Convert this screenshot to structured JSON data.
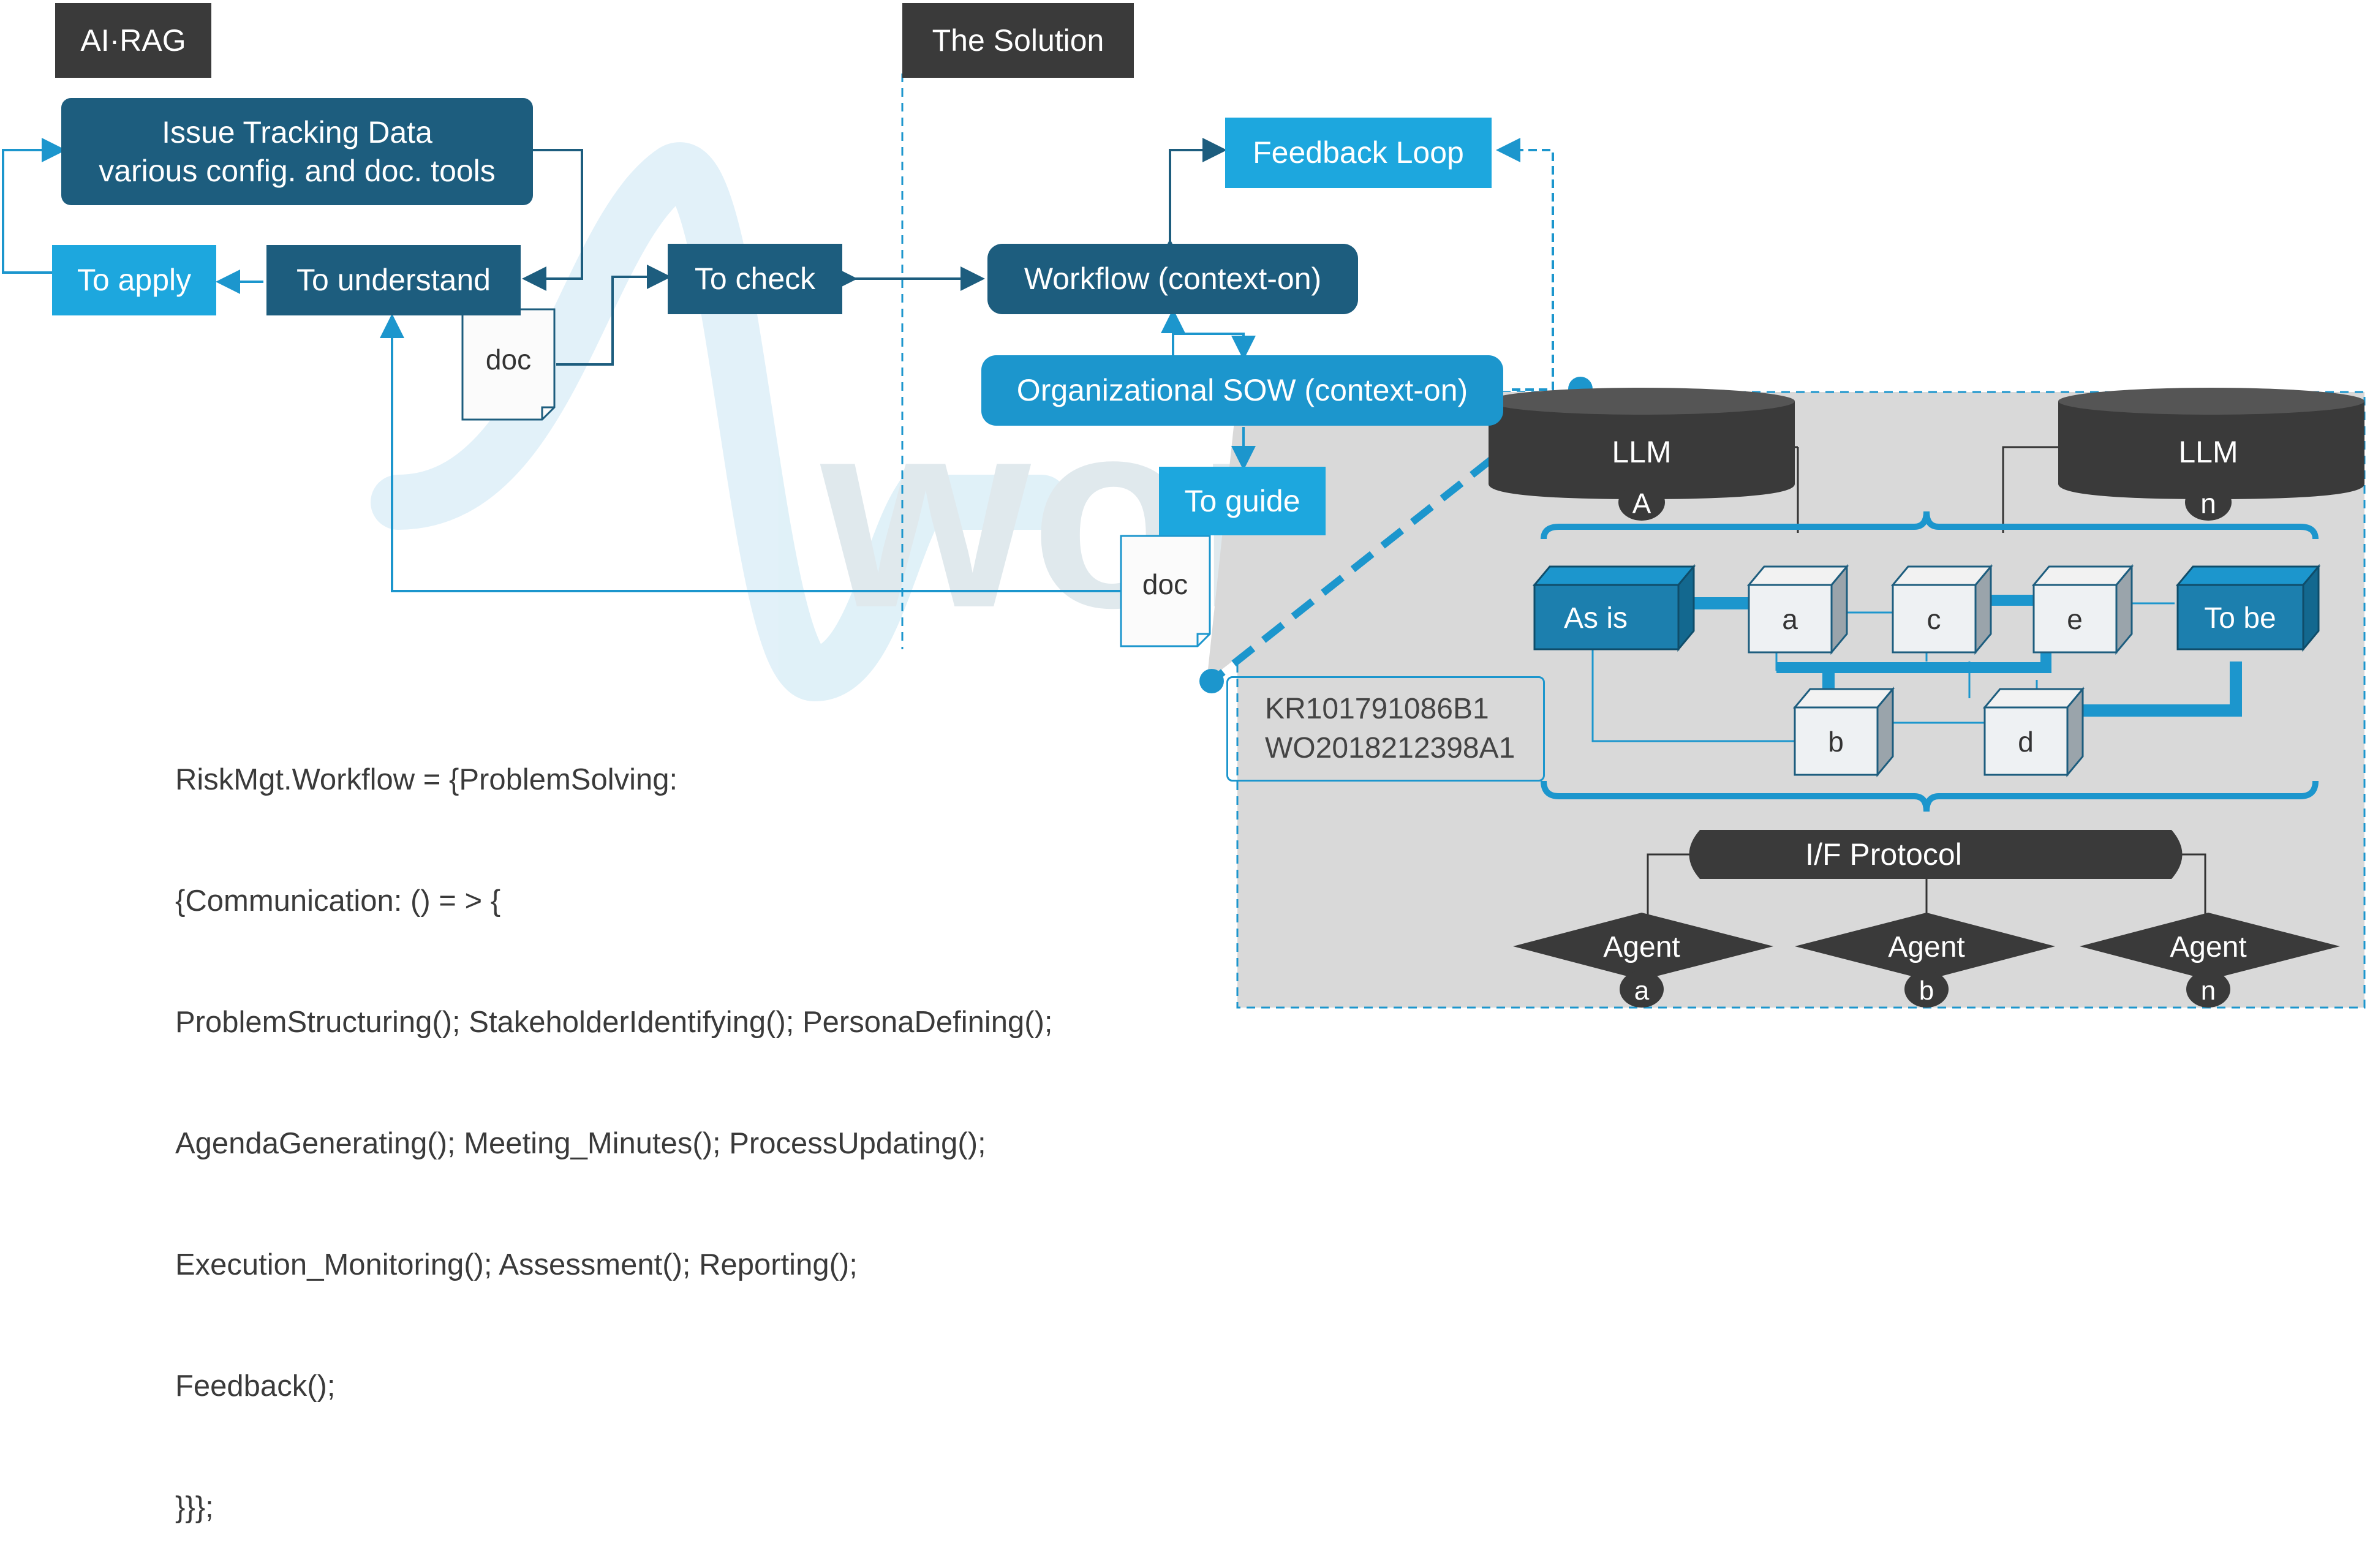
{
  "watermark": "worflogy",
  "tags": {
    "left": "AI·RAG",
    "right": "The Solution"
  },
  "left": {
    "issue_line1": "Issue Tracking Data",
    "issue_line2": "various config. and doc. tools",
    "to_apply": "To apply",
    "to_understand": "To understand",
    "doc1": "doc",
    "to_check": "To check"
  },
  "right": {
    "feedback_loop": "Feedback Loop",
    "workflow": "Workflow (context-on)",
    "org_sow": "Organizational SOW (context-on)",
    "to_guide": "To guide",
    "doc2": "doc"
  },
  "code_lines": [
    "RiskMgt.Workflow = {ProblemSolving:",
    "{Communication: () = > {",
    "ProblemStructuring(); StakeholderIdentifying(); PersonaDefining();",
    "AgendaGenerating(); Meeting_Minutes(); ProcessUpdating();",
    "Execution_Monitoring(); Assessment(); Reporting();",
    "Feedback();",
    "}}};"
  ],
  "detail": {
    "llm_left": "LLM",
    "llm_left_sub": "A",
    "llm_right": "LLM",
    "llm_right_sub": "n",
    "as_is": "As is",
    "to_be": "To be",
    "nodes": [
      "a",
      "b",
      "c",
      "d",
      "e"
    ],
    "patent_1": "KR101791086B1",
    "patent_2": "WO2018212398A1",
    "protocol": "I/F Protocol",
    "agents": [
      {
        "label": "Agent",
        "sub": "a"
      },
      {
        "label": "Agent",
        "sub": "b"
      },
      {
        "label": "Agent",
        "sub": "n"
      }
    ]
  },
  "colors": {
    "dark_blue": "#1d5d7e",
    "mid_blue": "#1c96cd",
    "light_blue": "#1da7de",
    "charcoal": "#3a3a3a",
    "panel_gray": "#d9d9d9"
  }
}
